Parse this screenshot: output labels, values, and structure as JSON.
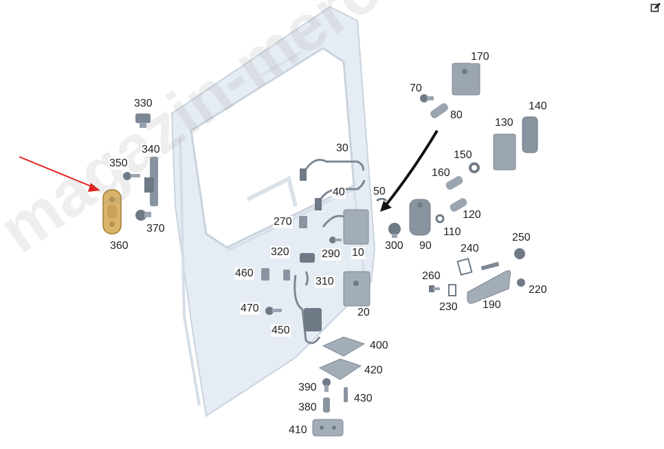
{
  "watermark": "magazin-mercedes.ru",
  "edit_icon": "pencil-square-icon",
  "highlight_color": "#e02020",
  "labels": {
    "l10": "10",
    "l20": "20",
    "l30": "30",
    "l40": "40",
    "l50": "50",
    "l70": "70",
    "l80": "80",
    "l90": "90",
    "l110": "110",
    "l120": "120",
    "l130": "130",
    "l140": "140",
    "l150": "150",
    "l160": "160",
    "l170": "170",
    "l190": "190",
    "l220": "220",
    "l230": "230",
    "l240": "240",
    "l250": "250",
    "l260": "260",
    "l270": "270",
    "l290": "290",
    "l300": "300",
    "l310": "310",
    "l320": "320",
    "l330": "330",
    "l340": "340",
    "l350": "350",
    "l360": "360",
    "l370": "370",
    "l380": "380",
    "l390": "390",
    "l400": "400",
    "l410": "410",
    "l420": "420",
    "l430": "430",
    "l450": "450",
    "l460": "460",
    "l470": "470"
  }
}
